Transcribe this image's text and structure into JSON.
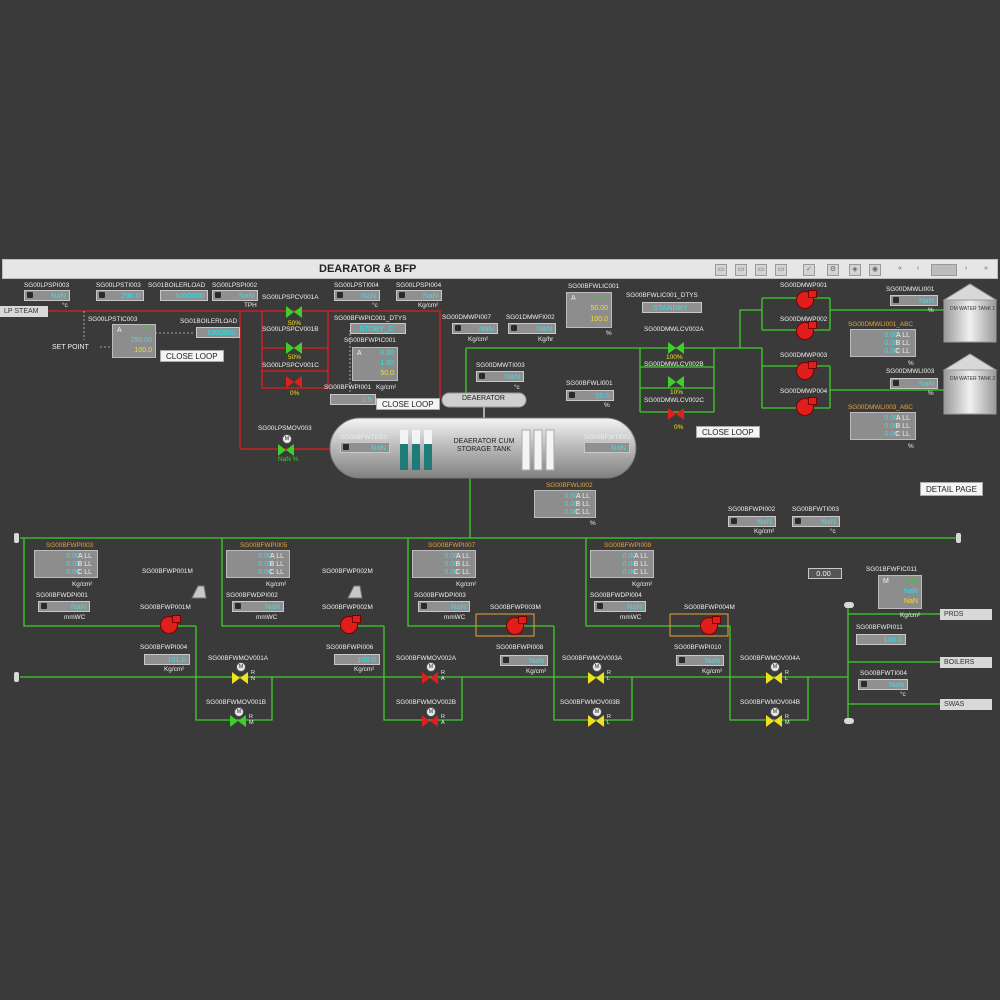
{
  "window": {
    "title": "DEARATOR & BFP"
  },
  "toolbar_icons": [
    "print-icon",
    "save-icon",
    "copy-icon",
    "export-icon",
    "check-icon",
    "settings-icon",
    "layers-icon",
    "view-icon",
    "first-page-icon",
    "prev-page-icon",
    "next-page-icon",
    "last-page-icon"
  ],
  "buttons": {
    "close_loop_1": "CLOSE LOOP",
    "close_loop_2": "CLOSE LOOP",
    "close_loop_3": "CLOSE LOOP",
    "detail_page": "DETAIL PAGE"
  },
  "labels": {
    "lp_steam": "LP STEAM",
    "set_point": "SET POINT",
    "deaerator": "DEAERATOR",
    "tank": "DEAERATOR CUM STORAGE TANK",
    "prds": "PRDS",
    "boilers": "BOILERS",
    "swas": "SWAS",
    "dm_tank_1": "DM WATER TANK 1",
    "dm_tank_2": "DM WATER TANK 2"
  },
  "top_left": {
    "lpspi003": {
      "tag": "SG00LPSPI003",
      "value": "NaN",
      "unit": "°c"
    },
    "lpsti003": {
      "tag": "SG00LPSTI003",
      "value": "290.0"
    },
    "boilerload": {
      "tag": "SG01BOILERLOAD",
      "value": "1000000"
    },
    "lpspi002": {
      "tag": "SG00LPSPI002",
      "value": "NaN",
      "unit": "TPH"
    },
    "lpstic003": {
      "tag": "SG00LPSTIC003",
      "mode": "A",
      "v1": "0.00",
      "v2": "290.00",
      "v3": "100.0"
    },
    "boilerload2": {
      "tag": "SG01BOILERLOAD",
      "value": "1000000"
    },
    "lpsti004": {
      "tag": "SG00LPSTI004",
      "value": "NaN",
      "unit": "°c"
    },
    "lpspi004": {
      "tag": "SG00LPSPI004",
      "value": "NaN",
      "unit": "Kg/cm²"
    },
    "pcv001a": {
      "tag": "SG00LPSPCV001A",
      "pct": "50%"
    },
    "pcv001b": {
      "tag": "SG00LPSPCV001B",
      "pct": "50%"
    },
    "pcv001c": {
      "tag": "SG00LPSPCV001C",
      "pct": "0%"
    },
    "bfwpic_dtys": {
      "tag": "SG00BFWPIC001_DTYS",
      "value": "STDBY_C"
    },
    "bfwpic001": {
      "tag": "SG00BFWPIC001",
      "mode": "A",
      "v1": "0.00",
      "v2": "1.50",
      "v3": "50.0"
    },
    "bfwpi001": {
      "tag": "SG00BFWPI001",
      "value": "1.5",
      "unit": "Kg/cm²"
    },
    "lpsmov003": {
      "tag": "SG00LPSMOV003",
      "pct": "NaN %"
    }
  },
  "tank": {
    "bfwti001": {
      "tag": "SG00BFWTI001",
      "value": "NaN"
    },
    "bfwti002": {
      "tag": "SG00BFWTI002",
      "value": "NaN"
    },
    "bfwli002": {
      "tag": "SG00BFWLI002",
      "a": "0.00",
      "b": "0.00",
      "c": "0.00"
    }
  },
  "dm": {
    "dmwpi007": {
      "tag": "SG00DMWPI007",
      "value": "NaN",
      "unit": "Kg/cm²"
    },
    "dmwfi002": {
      "tag": "SG01DMWFI002",
      "value": "NaN",
      "unit": "Kg/hr"
    },
    "dmwti003": {
      "tag": "SG00DMWTI003",
      "value": "NaN",
      "unit": "°c"
    },
    "bfwlic001": {
      "tag": "SG00BFWLIC001",
      "mode": "A",
      "v1": "20.00",
      "v2": "50.00",
      "v3": "100.0",
      "unit": "%"
    },
    "bfwlic_dtys": {
      "tag": "SG00BFWLIC001_DTYS",
      "value": "STANDBY"
    },
    "bfwli001": {
      "tag": "SG00BFWLI001",
      "value": "50.0",
      "unit": "%"
    },
    "lcv002a": {
      "tag": "SG00DMWLCV002A",
      "pct": "100%"
    },
    "lcv002b": {
      "tag": "SG00DMWLCV002B",
      "pct": "10%"
    },
    "lcv002c": {
      "tag": "SG00DMWLCV002C",
      "pct": "0%"
    },
    "dmwp001": {
      "tag": "SG00DMWP001"
    },
    "dmwp002": {
      "tag": "SG00DMWP002"
    },
    "dmwp003": {
      "tag": "SG00DMWP003"
    },
    "dmwp004": {
      "tag": "SG00DMWP004"
    },
    "dmwli001": {
      "tag": "SG00DMWLI001",
      "value": "NaN",
      "unit": "%"
    },
    "dmwli003": {
      "tag": "SG00DMWLI003",
      "value": "NaN",
      "unit": "%"
    },
    "dmwli001_abc": {
      "tag": "SG00DMWLI001_ABC",
      "a": "0.00",
      "b": "0.00",
      "c": "0.00",
      "unit": "%"
    },
    "dmwli003_abc": {
      "tag": "SG00DMWLI003_ABC",
      "a": "0.00",
      "b": "0.00",
      "c": "0.00",
      "unit": "%"
    }
  },
  "bfp_right": {
    "bfwpi002": {
      "tag": "SG00BFWPI002",
      "value": "NaN",
      "unit": "Kg/cm²"
    },
    "bfwti003": {
      "tag": "SG00BFWTI003",
      "value": "NaN",
      "unit": "°c"
    },
    "readout": "0.00",
    "bfwfic011": {
      "tag": "SG01BFWFIC011",
      "mode": "M",
      "v1": "0.00",
      "v2": "NaN",
      "v3": "NaN"
    },
    "bfwpi011": {
      "tag": "SG00BFWPI011",
      "value": "140.0",
      "unit": "Kg/cm²"
    },
    "bfwti004": {
      "tag": "SG00BFWTI004",
      "value": "NaN",
      "unit": "°c"
    }
  },
  "pumps": [
    {
      "pi": "SG00BFWPI003",
      "a": "0.00",
      "b": "0.00",
      "c": "0.00",
      "unit": "Kg/cm²",
      "dpi": "SG00BFWDPI001",
      "dpv": "NaN",
      "dpu": "mmWC",
      "motor": "SG00BFWP001M",
      "pump": "SG00BFWP001M",
      "dis": "SG00BFWPI004",
      "disv": "101.0",
      "disu": "Kg/cm²",
      "mov_a": "SG00BFWMOV001A",
      "mov_b": "SG00BFWMOV001B"
    },
    {
      "pi": "SG00BFWPI005",
      "a": "0.00",
      "b": "0.00",
      "c": "0.00",
      "unit": "Kg/cm²",
      "dpi": "SG00BFWDPI002",
      "dpv": "NaN",
      "dpu": "mmWC",
      "motor": "SG00BFWP002M",
      "pump": "SG00BFWP002M",
      "dis": "SG00BFWPI006",
      "disv": "100.0",
      "disu": "Kg/cm²",
      "mov_a": "SG00BFWMOV002A",
      "mov_b": "SG00BFWMOV002B"
    },
    {
      "pi": "SG00BFWPI007",
      "a": "0.00",
      "b": "0.00",
      "c": "0.00",
      "unit": "Kg/cm²",
      "dpi": "SG00BFWDPI003",
      "dpv": "NaN",
      "dpu": "mmWC",
      "motor": "",
      "pump": "SG00BFWP003M",
      "dis": "SG00BFWPI008",
      "disv": "NaN",
      "disu": "Kg/cm²",
      "mov_a": "SG00BFWMOV003A",
      "mov_b": "SG00BFWMOV003B"
    },
    {
      "pi": "SG00BFWPI009",
      "a": "0.00",
      "b": "0.00",
      "c": "0.00",
      "unit": "Kg/cm²",
      "dpi": "SG00BFWDPI004",
      "dpv": "NaN",
      "dpu": "mmWC",
      "motor": "",
      "pump": "SG00BFWP004M",
      "dis": "SG00BFWPI010",
      "disv": "NaN",
      "disu": "Kg/cm²",
      "mov_a": "SG00BFWMOV004A",
      "mov_b": "SG00BFWMOV004B"
    }
  ],
  "colors": {
    "pipe_green": "#3ecf2a",
    "pipe_red": "#e01e1e",
    "value_cyan": "#20e8f0",
    "alarm_orange": "#e8a33a",
    "background": "#3a3a3a"
  }
}
